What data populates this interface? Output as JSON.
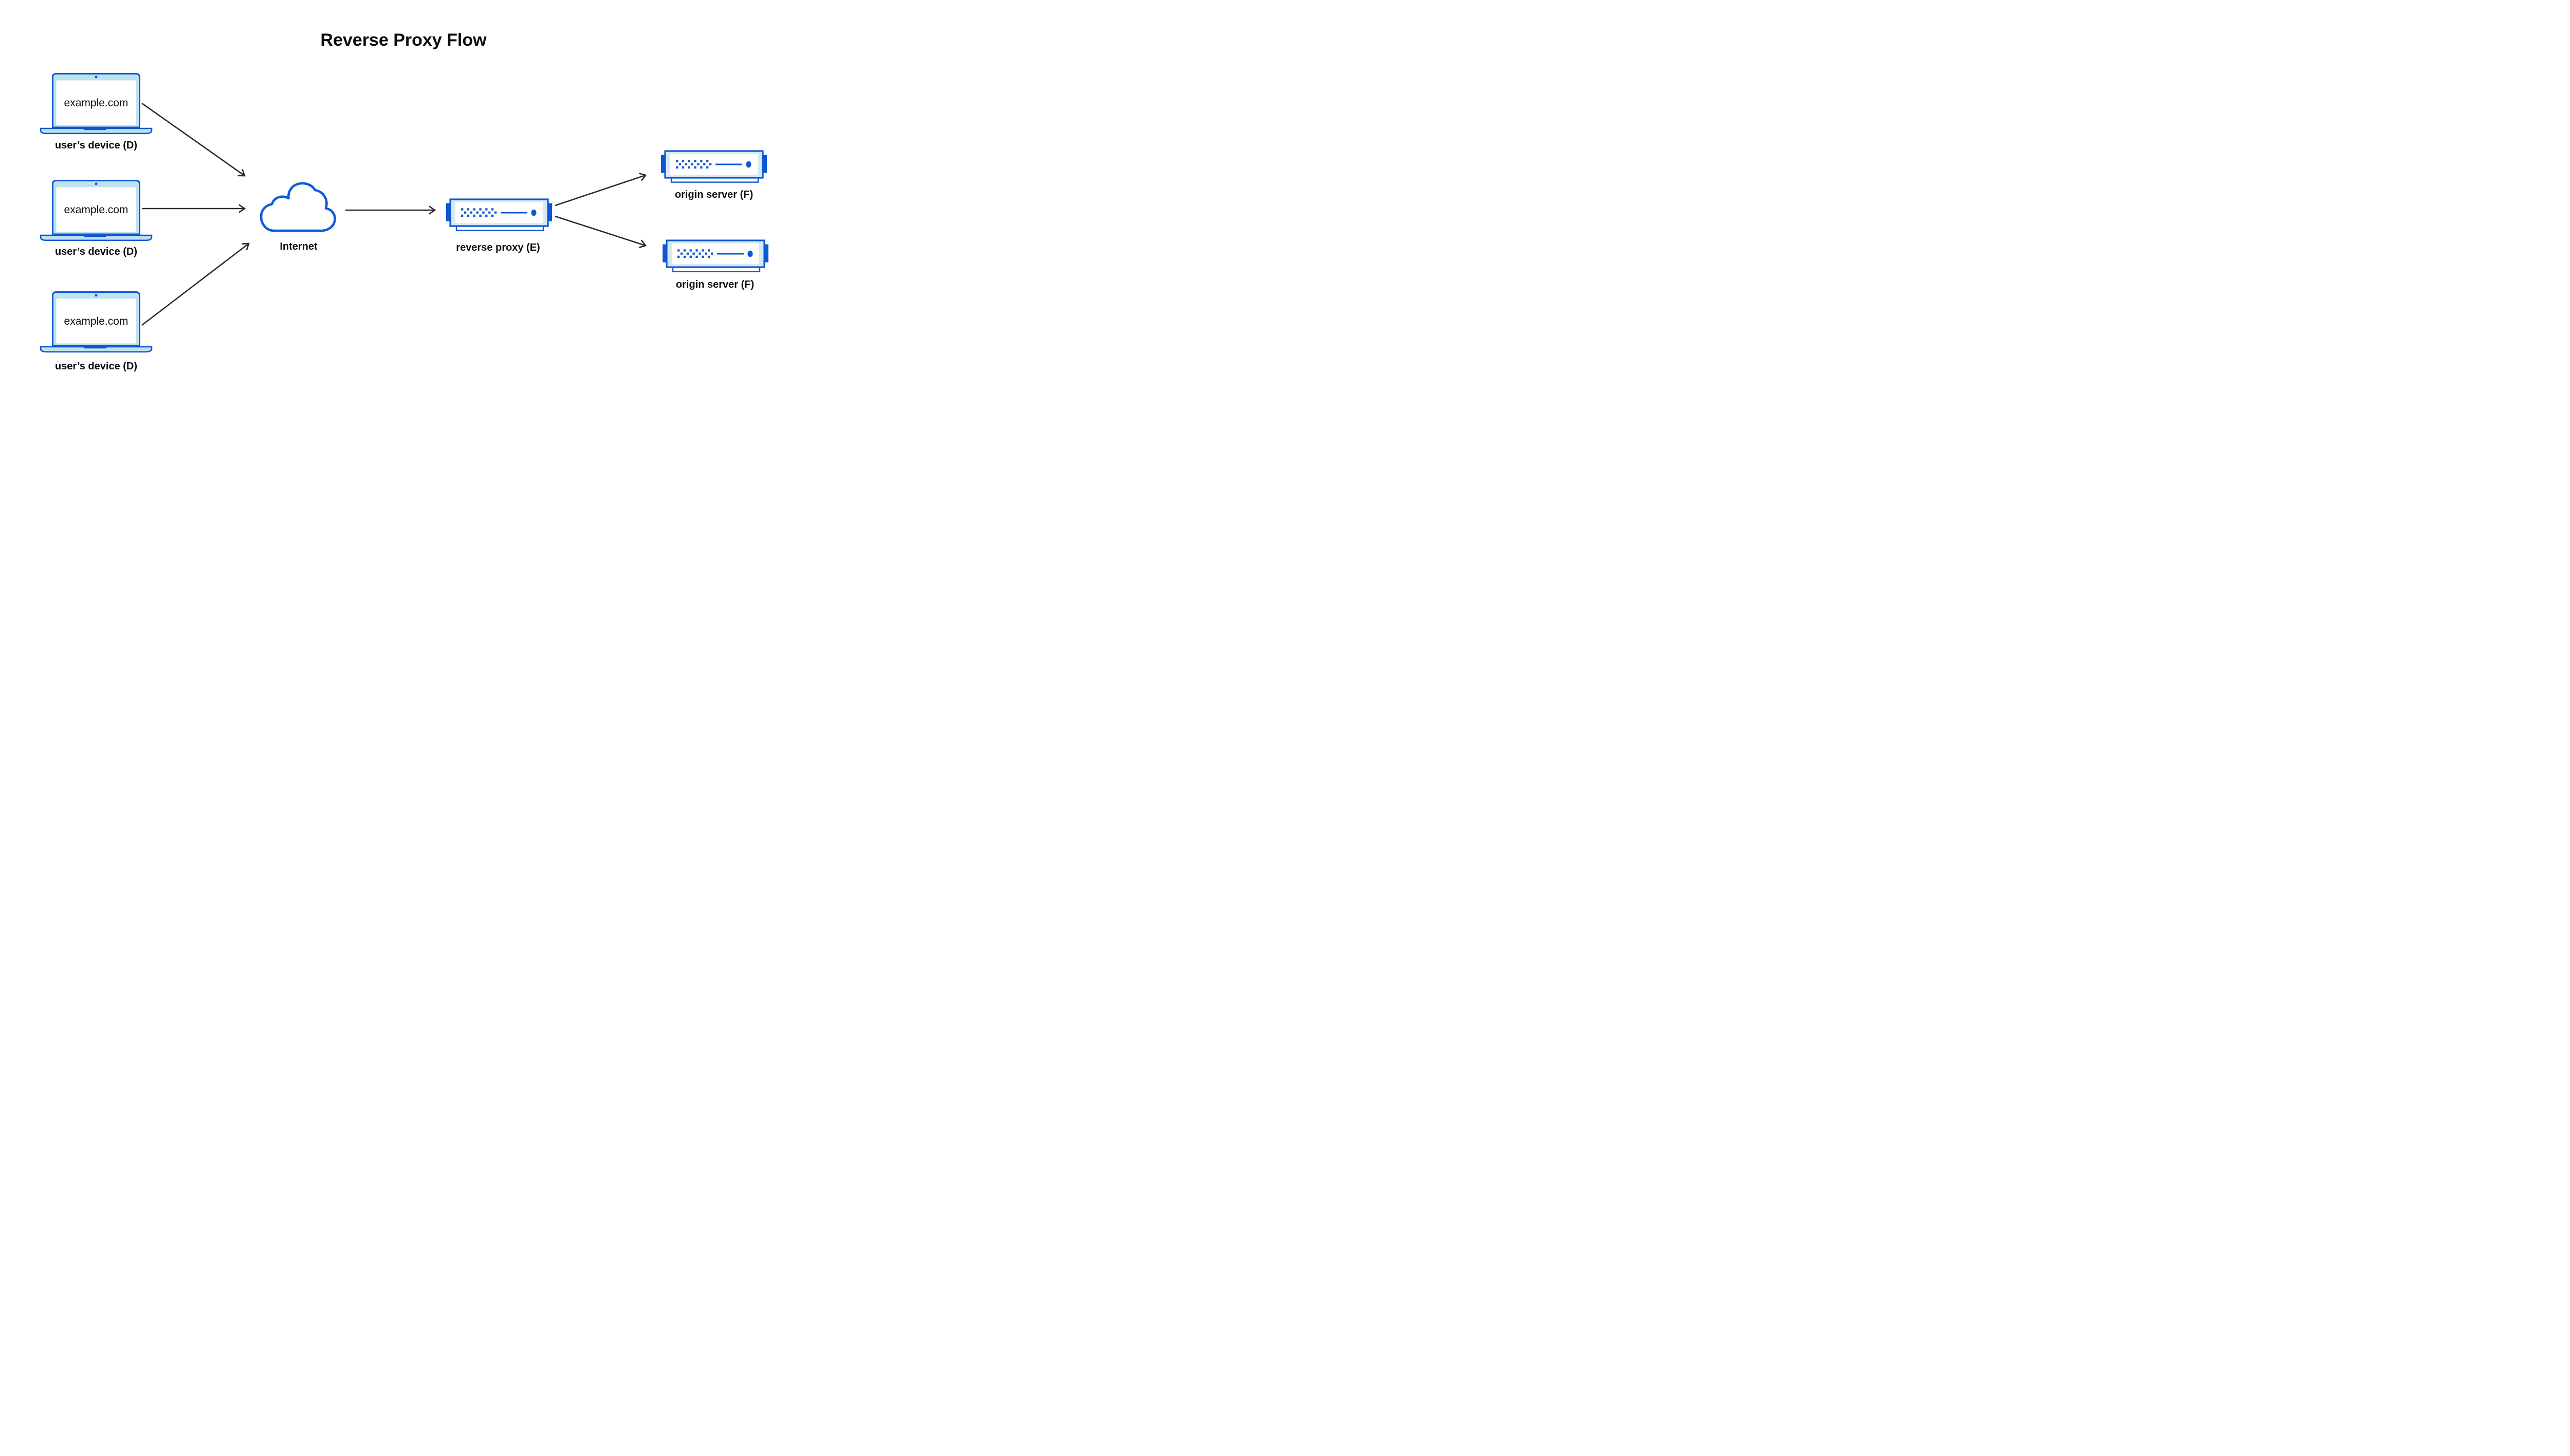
{
  "title": "Reverse Proxy Flow",
  "theme": {
    "accent_blue": "#0d57d6",
    "cloud_blue": "#0b5cdb",
    "laptop_fill": "#bfe2ef",
    "server_fill": "#d6eaf4",
    "arrow_color": "#2b2b2b",
    "text_color": "#0d0d0d",
    "background": "#ffffff"
  },
  "diagram": {
    "devices": [
      {
        "screen_text": "example.com",
        "label": "user’s device (D)"
      },
      {
        "screen_text": "example.com",
        "label": "user’s device (D)"
      },
      {
        "screen_text": "example.com",
        "label": "user’s device (D)"
      }
    ],
    "internet": {
      "label": "Internet"
    },
    "reverse_proxy": {
      "label": "reverse proxy (E)"
    },
    "origin_servers": [
      {
        "label": "origin server (F)"
      },
      {
        "label": "origin server (F)"
      }
    ]
  }
}
